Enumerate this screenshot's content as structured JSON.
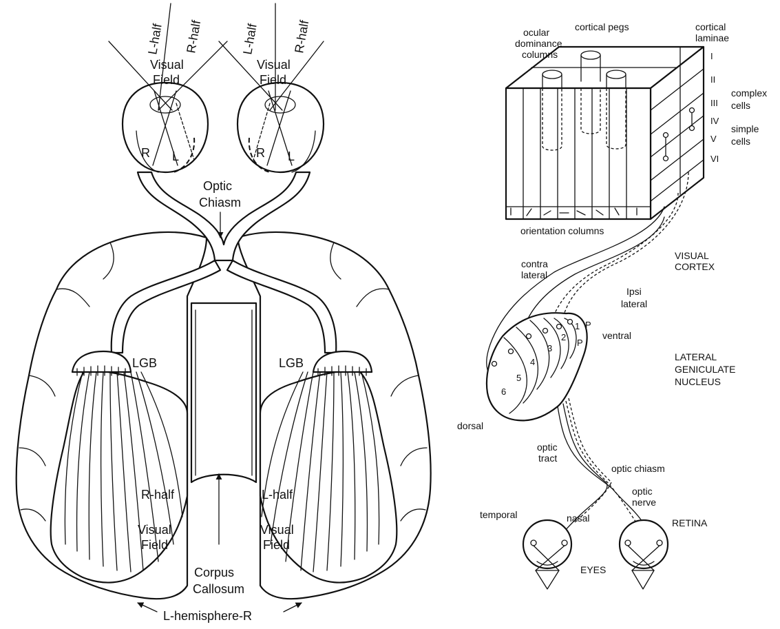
{
  "left_panel": {
    "fields_left_eye": {
      "l_half": "L-half",
      "r_half": "R-half",
      "field": [
        "Visual",
        "Field"
      ]
    },
    "fields_right_eye": {
      "l_half": "L-half",
      "r_half": "R-half",
      "field": [
        "Visual",
        "Field"
      ]
    },
    "retina_left": {
      "r": "R",
      "l": "L"
    },
    "retina_right": {
      "r": "R",
      "l": "L"
    },
    "optic_chiasm": [
      "Optic",
      "Chiasm"
    ],
    "lgb_left": "LGB",
    "lgb_right": "LGB",
    "cortex_left": {
      "half": "R-half",
      "field": [
        "Visual",
        "Field"
      ]
    },
    "cortex_right": {
      "half": "L-half",
      "field": [
        "Visual",
        "Field"
      ]
    },
    "corpus_callosum": [
      "Corpus",
      "Callosum"
    ],
    "hemispheres": "L-hemisphere-R"
  },
  "right_panel": {
    "cortical_pegs": "cortical pegs",
    "ocular_dominance": [
      "ocular",
      "dominance",
      "columns"
    ],
    "cortical_laminae": [
      "cortical",
      "laminae"
    ],
    "laminae": [
      "I",
      "II",
      "III",
      "IV",
      "V",
      "VI"
    ],
    "complex_cells": [
      "complex",
      "cells"
    ],
    "simple_cells": [
      "simple",
      "cells"
    ],
    "orientation_columns": "orientation columns",
    "visual_cortex": [
      "VISUAL",
      "CORTEX"
    ],
    "contra_lateral": [
      "contra",
      "lateral"
    ],
    "ipsi_lateral": [
      "Ipsi",
      "lateral"
    ],
    "ventral": "ventral",
    "dorsal": "dorsal",
    "lgn": [
      "LATERAL",
      "GENICULATE",
      "NUCLEUS"
    ],
    "layer_numbers": [
      "1",
      "2",
      "3",
      "4",
      "5",
      "6"
    ],
    "p_marks": [
      "P",
      "P"
    ],
    "optic_tract": [
      "optic",
      "tract"
    ],
    "optic_chiasm": "optic chiasm",
    "optic_nerve": [
      "optic",
      "nerve"
    ],
    "temporal": "temporal",
    "nasal": "nasal",
    "retina": "RETINA",
    "eyes": "EYES"
  }
}
